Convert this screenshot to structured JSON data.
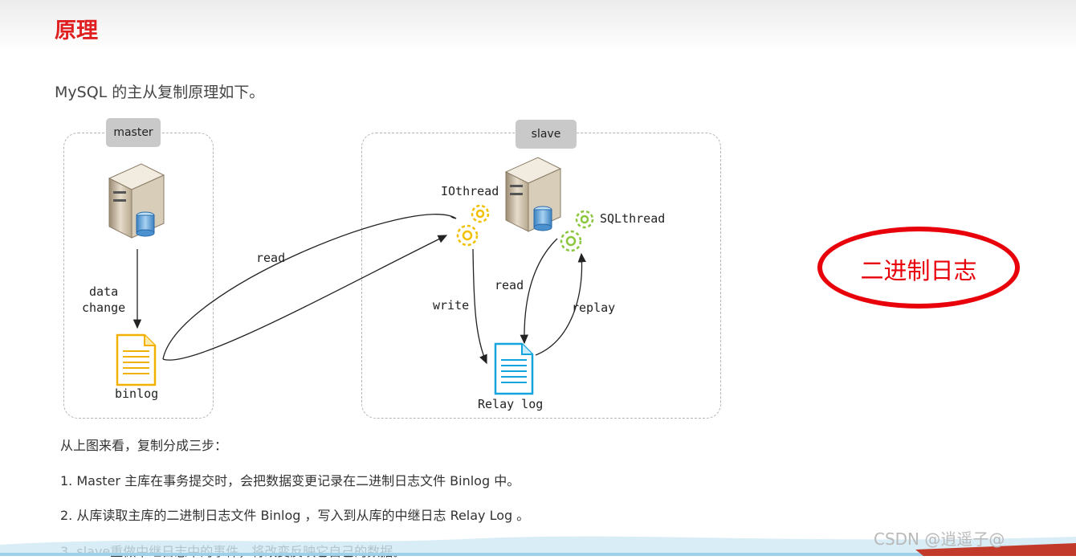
{
  "header": {
    "title": "原理"
  },
  "intro": "MySQL 的主从复制原理如下。",
  "diagram": {
    "master_tag": "master",
    "slave_tag": "slave",
    "data_change": "data\nchange",
    "binlog": "binlog",
    "read_master": "read",
    "io_thread": "IOthread",
    "sql_thread": "SQLthread",
    "write": "write",
    "read_slave": "read",
    "replay": "replay",
    "relay_log": "Relay log"
  },
  "callout": {
    "text": "二进制日志",
    "color": "#e8000a"
  },
  "steps": {
    "heading": "从上图来看，复制分成三步：",
    "items": [
      "1.  Master 主库在事务提交时，会把数据变更记录在二进制日志文件 Binlog 中。",
      "2.  从库读取主库的二进制日志文件 Binlog ，写入到从库的中继日志 Relay Log 。",
      "3.  slave重做中继日志中的事件，将改变反映它自己的数据。"
    ]
  },
  "watermark": "CSDN @逍遥子@"
}
